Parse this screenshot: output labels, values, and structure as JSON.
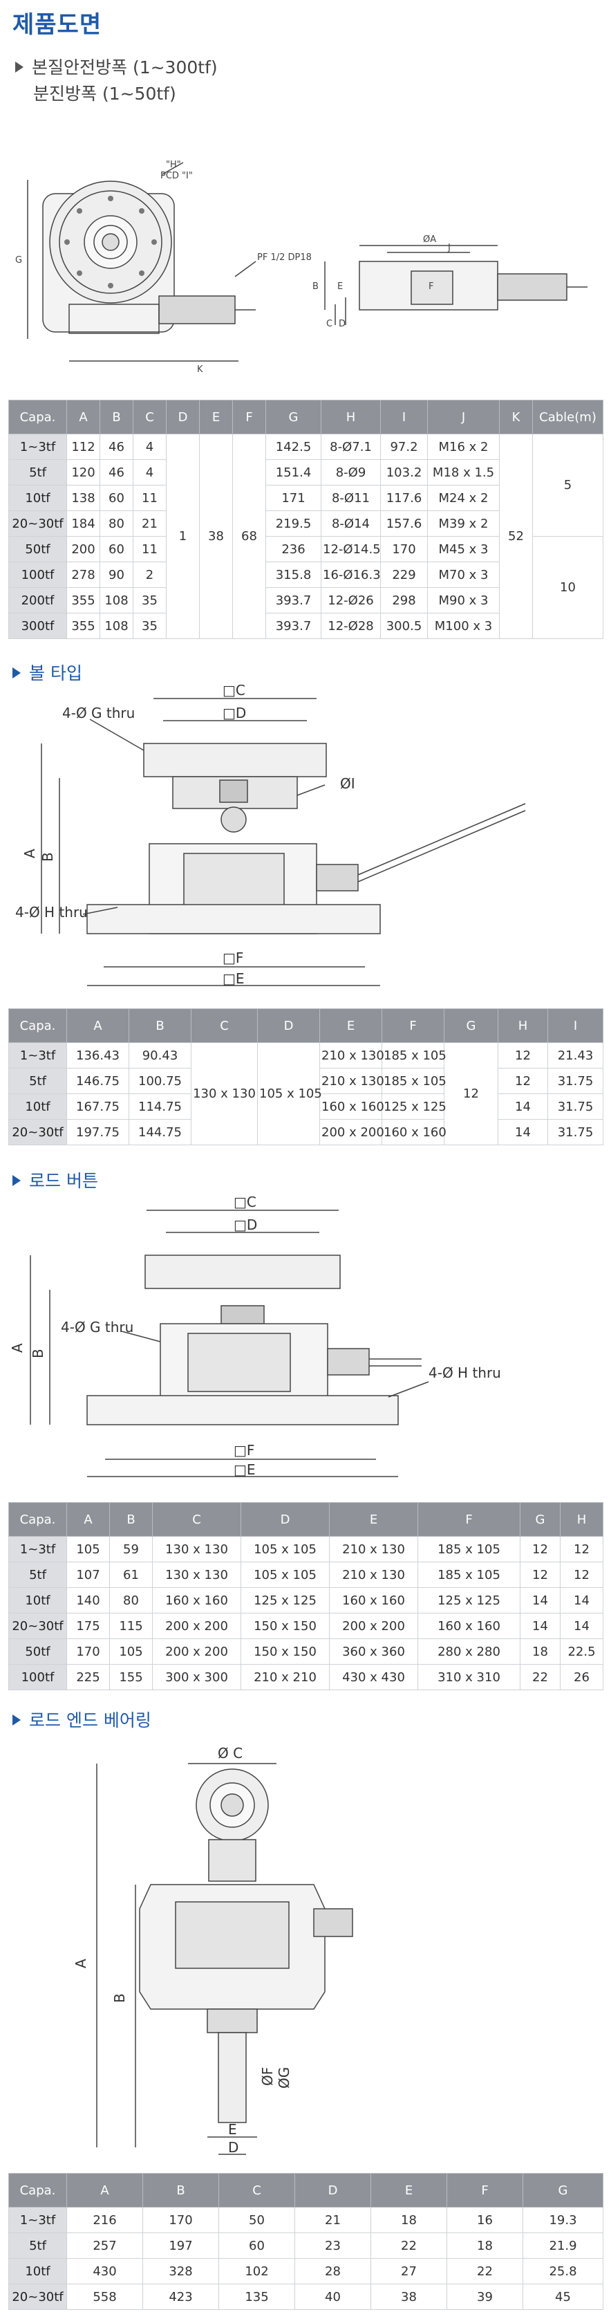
{
  "page": {
    "title": "제품도면",
    "subtitle_1": "본질안전방폭 (1~300tf)",
    "subtitle_2": "분진방폭 (1~50tf)"
  },
  "drawing1": {
    "label_h": "\"H\"",
    "label_pcd": "PCD \"I\"",
    "label_pf": "PF 1/2 DP18",
    "label_g": "G",
    "label_k": "K",
    "label_a": "ØA",
    "label_j": "J",
    "label_f": "F",
    "label_b": "B",
    "label_e": "E",
    "label_c": "C",
    "label_d": "D"
  },
  "table1": {
    "headers": [
      "Capa.",
      "A",
      "B",
      "C",
      "D",
      "E",
      "F",
      "G",
      "H",
      "I",
      "J",
      "K",
      "Cable(m)"
    ],
    "rows": [
      [
        "1~3tf",
        "112",
        "46",
        "4",
        "142.5",
        "8-Ø7.1",
        "97.2",
        "M16 x 2"
      ],
      [
        "5tf",
        "120",
        "46",
        "4",
        "151.4",
        "8-Ø9",
        "103.2",
        "M18 x 1.5"
      ],
      [
        "10tf",
        "138",
        "60",
        "11",
        "171",
        "8-Ø11",
        "117.6",
        "M24 x 2"
      ],
      [
        "20~30tf",
        "184",
        "80",
        "21",
        "219.5",
        "8-Ø14",
        "157.6",
        "M39 x 2"
      ],
      [
        "50tf",
        "200",
        "60",
        "11",
        "236",
        "12-Ø14.5",
        "170",
        "M45 x 3"
      ],
      [
        "100tf",
        "278",
        "90",
        "2",
        "315.8",
        "16-Ø16.3",
        "229",
        "M70 x 3"
      ],
      [
        "200tf",
        "355",
        "108",
        "35",
        "393.7",
        "12-Ø26",
        "298",
        "M90 x 3"
      ],
      [
        "300tf",
        "355",
        "108",
        "35",
        "393.7",
        "12-Ø28",
        "300.5",
        "M100 x 3"
      ]
    ],
    "merged_d": "1",
    "merged_e": "38",
    "merged_f": "68",
    "merged_k": "52",
    "cable_a": "5",
    "cable_b": "10"
  },
  "section2": {
    "title": "볼 타입",
    "label_c": "□C",
    "label_d": "□D",
    "label_g": "4-Ø G thru",
    "label_i": "ØI",
    "label_a": "A",
    "label_b": "B",
    "label_h": "4-Ø H thru",
    "label_f": "□F",
    "label_e": "□E"
  },
  "table2": {
    "headers": [
      "Capa.",
      "A",
      "B",
      "C",
      "D",
      "E",
      "F",
      "G",
      "H",
      "I"
    ],
    "rows": [
      [
        "1~3tf",
        "136.43",
        "90.43",
        "210 x 130",
        "185 x 105",
        "12",
        "21.43"
      ],
      [
        "5tf",
        "146.75",
        "100.75",
        "210 x 130",
        "185 x 105",
        "12",
        "31.75"
      ],
      [
        "10tf",
        "167.75",
        "114.75",
        "160 x 160",
        "125 x 125",
        "14",
        "31.75"
      ],
      [
        "20~30tf",
        "197.75",
        "144.75",
        "200 x 200",
        "160 x 160",
        "14",
        "31.75"
      ]
    ],
    "merged_c": "130 x 130",
    "merged_d": "105 x 105",
    "merged_g": "12"
  },
  "section3": {
    "title": "로드 버튼",
    "label_c": "□C",
    "label_d": "□D",
    "label_g": "4-Ø G thru",
    "label_a": "A",
    "label_b": "B",
    "label_h": "4-Ø H thru",
    "label_f": "□F",
    "label_e": "□E"
  },
  "table3": {
    "headers": [
      "Capa.",
      "A",
      "B",
      "C",
      "D",
      "E",
      "F",
      "G",
      "H"
    ],
    "rows": [
      [
        "1~3tf",
        "105",
        "59",
        "130 x 130",
        "105 x 105",
        "210 x 130",
        "185 x 105",
        "12",
        "12"
      ],
      [
        "5tf",
        "107",
        "61",
        "130 x 130",
        "105 x 105",
        "210 x 130",
        "185 x 105",
        "12",
        "12"
      ],
      [
        "10tf",
        "140",
        "80",
        "160 x 160",
        "125 x 125",
        "160 x 160",
        "125 x 125",
        "14",
        "14"
      ],
      [
        "20~30tf",
        "175",
        "115",
        "200 x 200",
        "150 x 150",
        "200 x 200",
        "160 x 160",
        "14",
        "14"
      ],
      [
        "50tf",
        "170",
        "105",
        "200 x 200",
        "150 x 150",
        "360 x 360",
        "280 x 280",
        "18",
        "22.5"
      ],
      [
        "100tf",
        "225",
        "155",
        "300 x 300",
        "210 x 210",
        "430 x 430",
        "310 x 310",
        "22",
        "26"
      ]
    ]
  },
  "section4": {
    "title": "로드 엔드 베어링",
    "label_c": "Ø C",
    "label_a": "A",
    "label_b": "B",
    "label_f": "ØF",
    "label_g": "ØG",
    "label_e": "E",
    "label_d": "D"
  },
  "table4": {
    "headers": [
      "Capa.",
      "A",
      "B",
      "C",
      "D",
      "E",
      "F",
      "G"
    ],
    "rows": [
      [
        "1~3tf",
        "216",
        "170",
        "50",
        "21",
        "18",
        "16",
        "19.3"
      ],
      [
        "5tf",
        "257",
        "197",
        "60",
        "23",
        "22",
        "18",
        "21.9"
      ],
      [
        "10tf",
        "430",
        "328",
        "102",
        "28",
        "27",
        "22",
        "25.8"
      ],
      [
        "20~30tf",
        "558",
        "423",
        "135",
        "40",
        "38",
        "39",
        "45"
      ]
    ]
  },
  "colors": {
    "accent": "#1f5aa8",
    "header_bg": "#8f9399",
    "label_bg": "#dcdee2"
  }
}
